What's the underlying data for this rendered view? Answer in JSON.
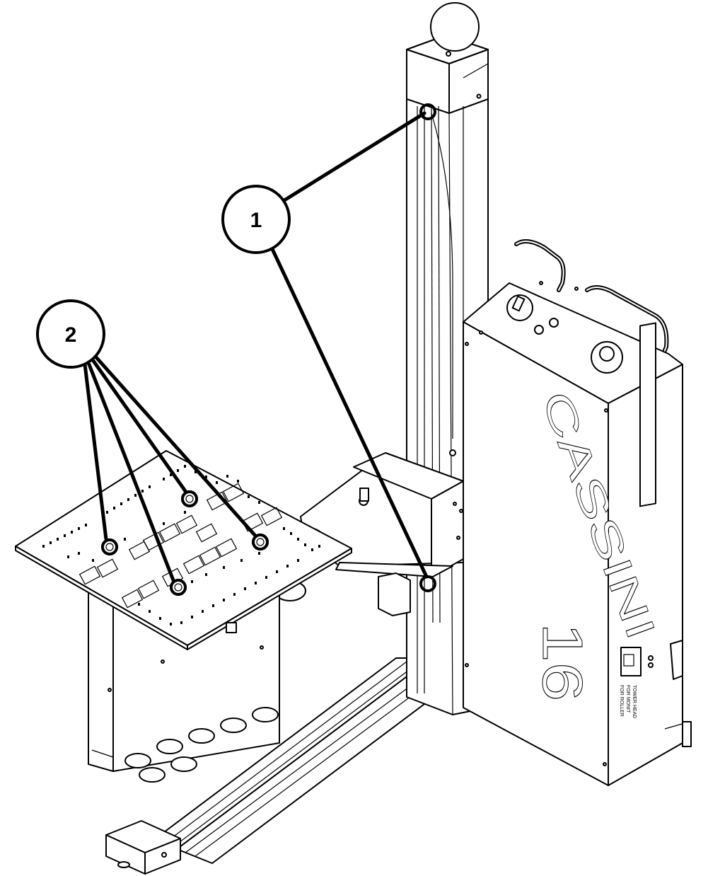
{
  "diagram": {
    "callouts": [
      {
        "id": "1",
        "label": "1"
      },
      {
        "id": "2",
        "label": "2"
      }
    ],
    "housing": {
      "brand": "CASSINI",
      "model": "16",
      "label_lines": [
        "TOWER HEAD",
        "FOR MONIT",
        "FOR ROLLER"
      ]
    }
  }
}
